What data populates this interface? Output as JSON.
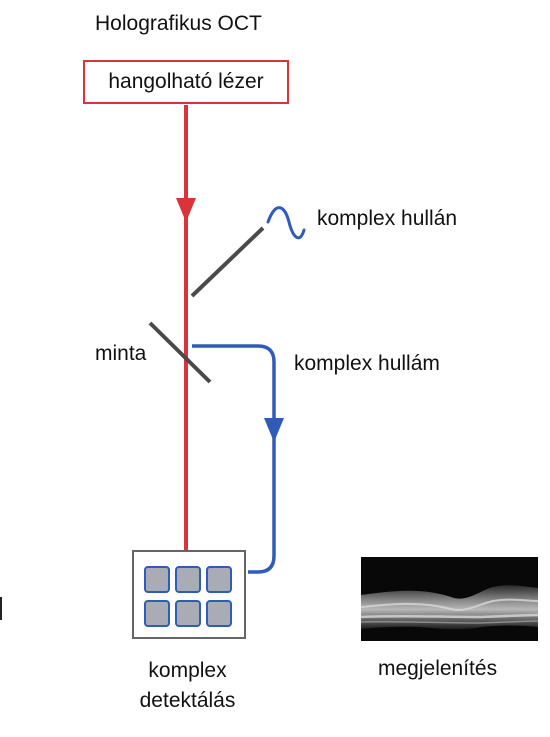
{
  "diagram": {
    "title": "Holografikus OCT",
    "laser_label": "hangolható lézer",
    "reference_wave_label": "komplex hullán",
    "sample_label": "minta",
    "sample_wave_label": "komplex hullám",
    "detector_label_line1": "komplex",
    "detector_label_line2": "detektálás",
    "display_label": "megjelenítés",
    "colors": {
      "laser_beam": "#d9343a",
      "complex_wave": "#2f5cb8",
      "mirror": "#4a4a4a",
      "detector_pixel": "#a9abb5",
      "detector_pixel_border": "#2f5cb8"
    },
    "icons": {
      "detector": "camera-sensor-grid-icon",
      "display": "oct-scan-image-icon",
      "reference_mirror": "beam-splitter-icon",
      "sample_mirror": "beam-splitter-icon",
      "wave": "wave-squiggle-icon"
    }
  }
}
